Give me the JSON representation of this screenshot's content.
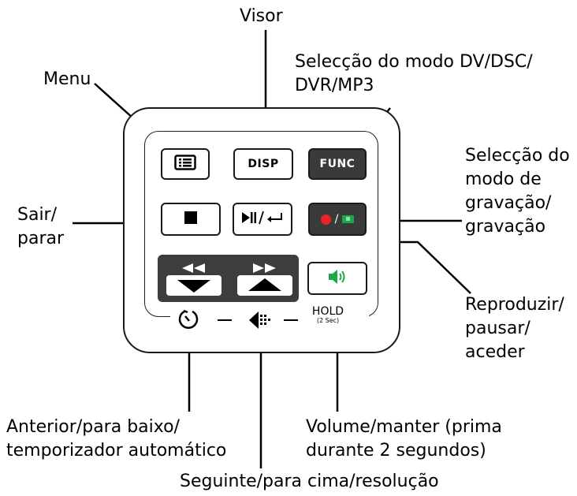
{
  "labels": {
    "visor": "Visor",
    "menu": "Menu",
    "mode_line1": "Selecção do modo DV/DSC/",
    "mode_line2": "DVR/MP3",
    "rec_line1": "Selecção do",
    "rec_line2": "modo de",
    "rec_line3": "gravação/",
    "rec_line4": "gravação",
    "exit_line1": "Sair/",
    "exit_line2": "parar",
    "play_line1": "Reproduzir/",
    "play_line2": "pausar/",
    "play_line3": "aceder",
    "prev_line1": "Anterior/para baixo/",
    "prev_line2": "temporizador automático",
    "vol_line1": "Volume/manter (prima",
    "vol_line2": "durante 2 segundos)",
    "next_line1": "Seguinte/para cima/resolução"
  },
  "buttons": {
    "disp": "DISP",
    "func": "FUNC",
    "rec_sep": "/",
    "hold": "HOLD",
    "hold_sub": "(2 Sec)"
  },
  "icons": {
    "menu": "menu-list-icon",
    "stop": "stop-square-icon",
    "play_pause_enter": "play-pause-enter-icon",
    "record": "record-dot-icon",
    "rewind": "rewind-icon",
    "forward": "fast-forward-icon",
    "volume": "speaker-icon",
    "timer": "self-timer-icon",
    "resolution": "resolution-icon"
  },
  "colors": {
    "record_red": "#e8232a",
    "green": "#1aa84a",
    "dark_key": "#3a3a3a"
  }
}
